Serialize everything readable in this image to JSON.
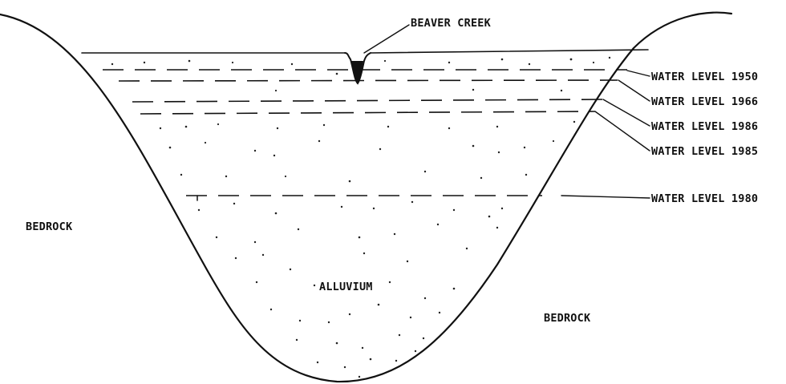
{
  "labels": {
    "creek": "BEAVER CREEK",
    "water_1950": "WATER LEVEL 1950",
    "water_1966": "WATER LEVEL 1966",
    "water_1986": "WATER LEVEL 1986",
    "water_1985": "WATER LEVEL 1985",
    "water_1980": "WATER LEVEL 1980",
    "bedrock_left": "BEDROCK",
    "bedrock_right": "BEDROCK",
    "alluvium": "ALLUVIUM"
  }
}
